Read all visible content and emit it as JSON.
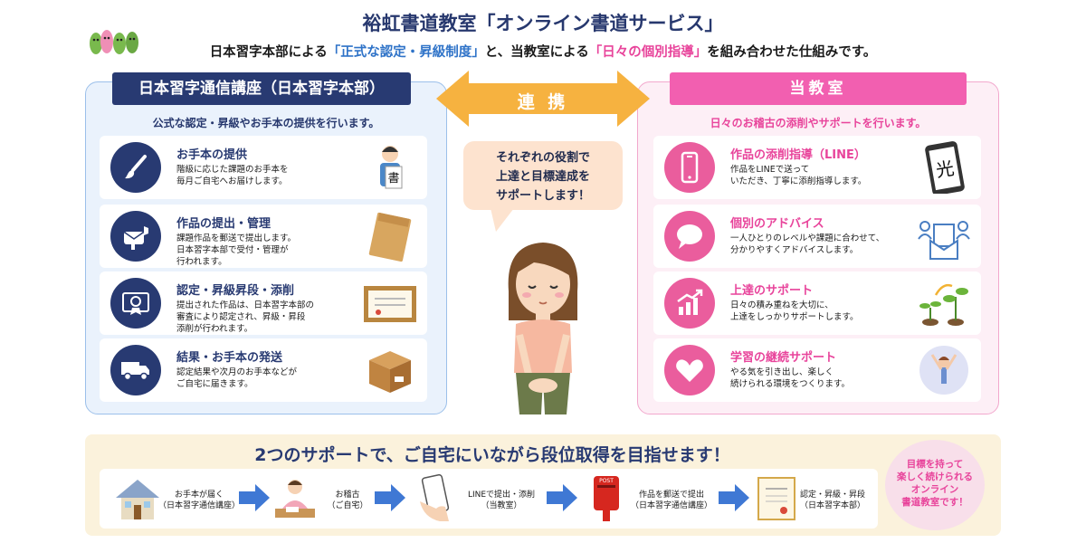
{
  "header": {
    "title": "裕虹書道教室「オンライン書道サービス」",
    "subtitle_part1": "日本習字本部による",
    "subtitle_highlight1": "「正式な認定・昇級制度」",
    "subtitle_part2": "と、当教室による",
    "subtitle_highlight2": "「日々の個別指導」",
    "subtitle_part3": "を組み合わせた仕組みです。"
  },
  "left_panel": {
    "title": "日本習字通信講座（日本習字本部）",
    "description": "公式な認定・昇級やお手本の提供を行います。",
    "items": [
      {
        "title": "お手本の提供",
        "body": "階級に応じた課題のお手本を\n毎月ご自宅へお届けします。",
        "icon": "brush-icon",
        "illustration": "calligraphy-teacher"
      },
      {
        "title": "作品の提出・管理",
        "body": "課題作品を郵送で提出します。\n日本習字本部で受付・管理が\n行われます。",
        "icon": "mailbox-icon",
        "illustration": "envelope"
      },
      {
        "title": "認定・昇級昇段・添削",
        "body": "提出された作品は、日本習字本部の\n審査により認定され、昇級・昇段\n添削が行われます。",
        "icon": "certificate-icon",
        "illustration": "framed-certificate"
      },
      {
        "title": "結果・お手本の発送",
        "body": "認定結果や次月のお手本などが\nご自宅に届きます。",
        "icon": "truck-icon",
        "illustration": "cardboard-box"
      }
    ]
  },
  "center": {
    "link_label": "連 携",
    "bubble_text": "それぞれの役割で\n上達と目標達成を\nサポートします！"
  },
  "right_panel": {
    "title": "当教室",
    "description": "日々のお稽古の添削やサポートを行います。",
    "items": [
      {
        "title": "作品の添削指導（LINE）",
        "body": "作品をLINEで送って\nいただき、丁寧に添削指導します。",
        "icon": "smartphone-icon",
        "illustration": "phone-calligraphy"
      },
      {
        "title": "個別のアドバイス",
        "body": "一人ひとりのレベルや課題に合わせて、\n分かりやすくアドバイスします。",
        "icon": "speech-bubble-icon",
        "illustration": "letter-people"
      },
      {
        "title": "上達のサポート",
        "body": "日々の積み重ねを大切に、\n上達をしっかりサポートします。",
        "icon": "growth-chart-icon",
        "illustration": "sprouts"
      },
      {
        "title": "学習の継続サポート",
        "body": "やる気を引き出し、楽しく\n続けられる環境をつくります。",
        "icon": "heart-icon",
        "illustration": "cheering-person"
      }
    ],
    "phone_character": "光"
  },
  "bottom": {
    "title": "2つのサポートで、ご自宅にいながら段位取得を目指せます！",
    "steps": [
      {
        "label": "お手本が届く\n（日本習字通信講座）",
        "icon": "house-icon"
      },
      {
        "label": "お稽古\n（ご自宅）",
        "icon": "practice-icon"
      },
      {
        "label": "LINEで提出・添削\n（当教室）",
        "icon": "hand-phone-icon"
      },
      {
        "label": "作品を郵送で提出\n（日本習字通信講座）",
        "icon": "postbox-icon"
      },
      {
        "label": "認定・昇級・昇段\n（日本習字本部）",
        "icon": "certificate-icon"
      }
    ],
    "badge": "目標を持って\n楽しく続けられる\nオンライン\n書道教室です！",
    "postbox_label": "POST"
  },
  "colors": {
    "navy": "#283a72",
    "pink": "#f25fb0",
    "orange_arrow": "#f6b240",
    "light_blue_panel": "#eaf2fc",
    "light_pink_panel": "#fdeff6",
    "cream": "#fbf2dc"
  }
}
